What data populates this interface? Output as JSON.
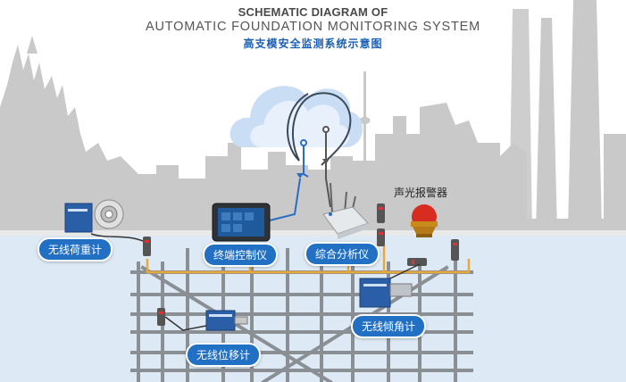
{
  "header": {
    "title_line1": "SCHEMATIC DIAGRAM OF",
    "title_line2": "AUTOMATIC FOUNDATION MONITORING SYSTEM",
    "title_cn": "高支模安全监测系统示意图"
  },
  "devices": {
    "load_meter": "无线荷重计",
    "terminal": "终端控制仪",
    "analyzer": "综合分析仪",
    "alarm": "声光报警器",
    "tilt_meter": "无线倾角计",
    "displacement_meter": "无线位移计"
  },
  "colors": {
    "accent_blue": "#2170c4",
    "wire_orange": "#e8a83a",
    "scaffold_gray": "#8a8f94",
    "water_blue": "#d8e8f5",
    "skyline_gray": "#c8c8c8"
  }
}
